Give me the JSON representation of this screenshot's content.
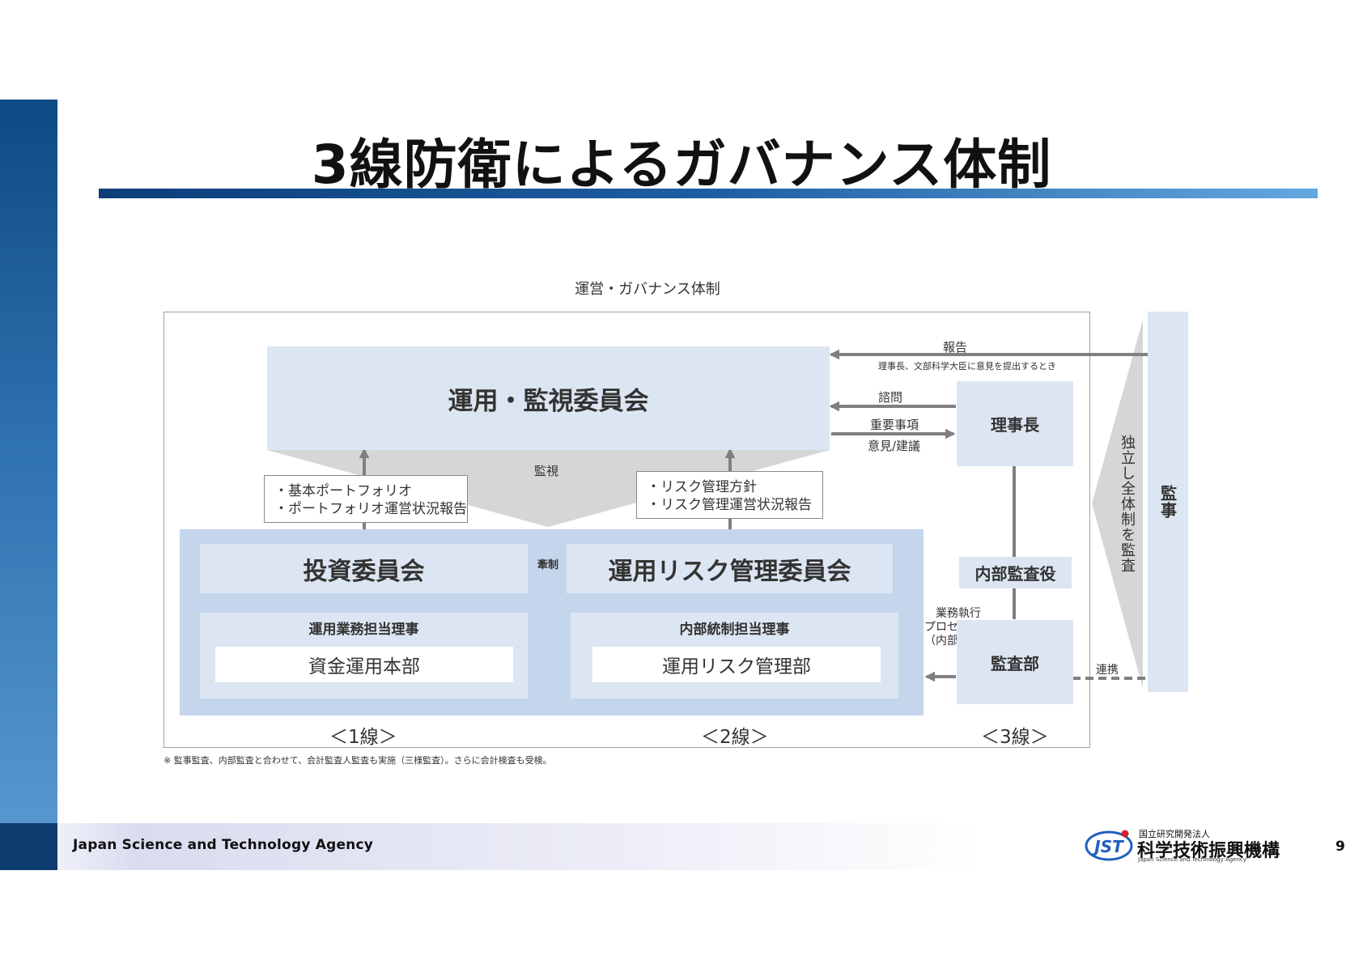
{
  "slide": {
    "title": "3線防衛によるガバナンス体制",
    "page_number": "9",
    "footer_text": "Japan Science and Technology Agency",
    "logo": {
      "mark": "JST",
      "small": "国立研究開発法人",
      "main": "科学技術振興機構",
      "english": "Japan Science and Technology Agency"
    }
  },
  "diagram": {
    "caption": "運営・ガバナンス体制",
    "committee": "運用・監視委員会",
    "monitor_label": "監視",
    "note_left": [
      "・基本ポートフォリオ",
      "・ポートフォリオ運営状況報告"
    ],
    "note_right": [
      "・リスク管理方針",
      "・リスク管理運営状況報告"
    ],
    "investment_committee": "投資委員会",
    "restraint_label": "牽制",
    "risk_committee": "運用リスク管理委員会",
    "ops_director": "運用業務担当理事",
    "fund_dept": "資金運用本部",
    "control_director": "内部統制担当理事",
    "risk_dept": "運用リスク管理部",
    "president": "理事長",
    "report_label": "報告",
    "report_condition": "理事長、文部科学大臣に意見を提出するとき",
    "consult_label": "諮問",
    "important_label": "重要事項",
    "opinion_label": "意見/建議",
    "internal_auditor": "内部監査役",
    "process_label": [
      "業務執行",
      "プロセス検証",
      "（内部監査）"
    ],
    "audit_dept": "監査部",
    "cooperation_label": "連携",
    "auditor": "監事",
    "independent_audit": "独立し全体制を監査",
    "line1": "＜1線＞",
    "line2": "＜2線＞",
    "line3": "＜3線＞",
    "footnote": "※ 監事監査、内部監査と合わせて、会計監査人監査も実施（三様監査）。さらに会計検査も受検。"
  },
  "colors": {
    "box_light": "#dce6f2",
    "box_mid": "#c5d5ec",
    "arrow_gray": "#808080",
    "funnel_gray": "#d6d6d6",
    "title_bar": "#0c3e7a",
    "logo_blue": "#1f5fbf",
    "logo_red": "#d9202a"
  }
}
